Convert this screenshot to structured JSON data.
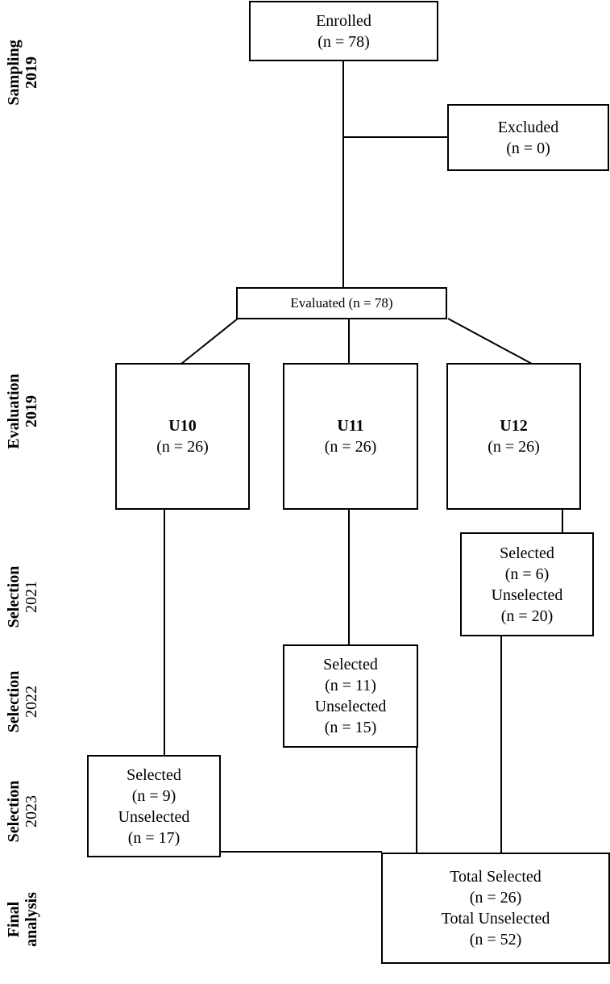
{
  "boxes": {
    "enrolled": {
      "line1": "Enrolled",
      "line2": "(n = 78)"
    },
    "excluded": {
      "line1": "Excluded",
      "line2": "(n = 0)"
    },
    "evaluated": {
      "label": "Evaluated (n = 78)"
    },
    "u10": {
      "title": "U10",
      "count": "(n = 26)"
    },
    "u11": {
      "title": "U11",
      "count": "(n = 26)"
    },
    "u12": {
      "title": "U12",
      "count": "(n = 26)"
    },
    "sel_2021": {
      "selected": "Selected",
      "selected_n": "(n = 6)",
      "unselected": "Unselected",
      "unselected_n": "(n = 20)"
    },
    "sel_2022": {
      "selected": "Selected",
      "selected_n": "(n = 11)",
      "unselected": "Unselected",
      "unselected_n": "(n = 15)"
    },
    "sel_2023": {
      "selected": "Selected",
      "selected_n": "(n = 9)",
      "unselected": "Unselected",
      "unselected_n": "(n = 17)"
    },
    "final": {
      "selected": "Total Selected",
      "selected_n": "(n = 26)",
      "unselected": "Total Unselected",
      "unselected_n": "(n = 52)"
    }
  },
  "stages": {
    "sampling": {
      "line1": "Sampling",
      "line2": "2019"
    },
    "evaluation": {
      "line1": "Evaluation",
      "line2": "2019"
    },
    "selection_2021": {
      "line1": "Selection",
      "line2": "2021"
    },
    "selection_2022": {
      "line1": "Selection",
      "line2": "2022"
    },
    "selection_2023": {
      "line1": "Selection",
      "line2": "2023"
    },
    "final": {
      "line1": "Final",
      "line2": "analysis"
    }
  }
}
